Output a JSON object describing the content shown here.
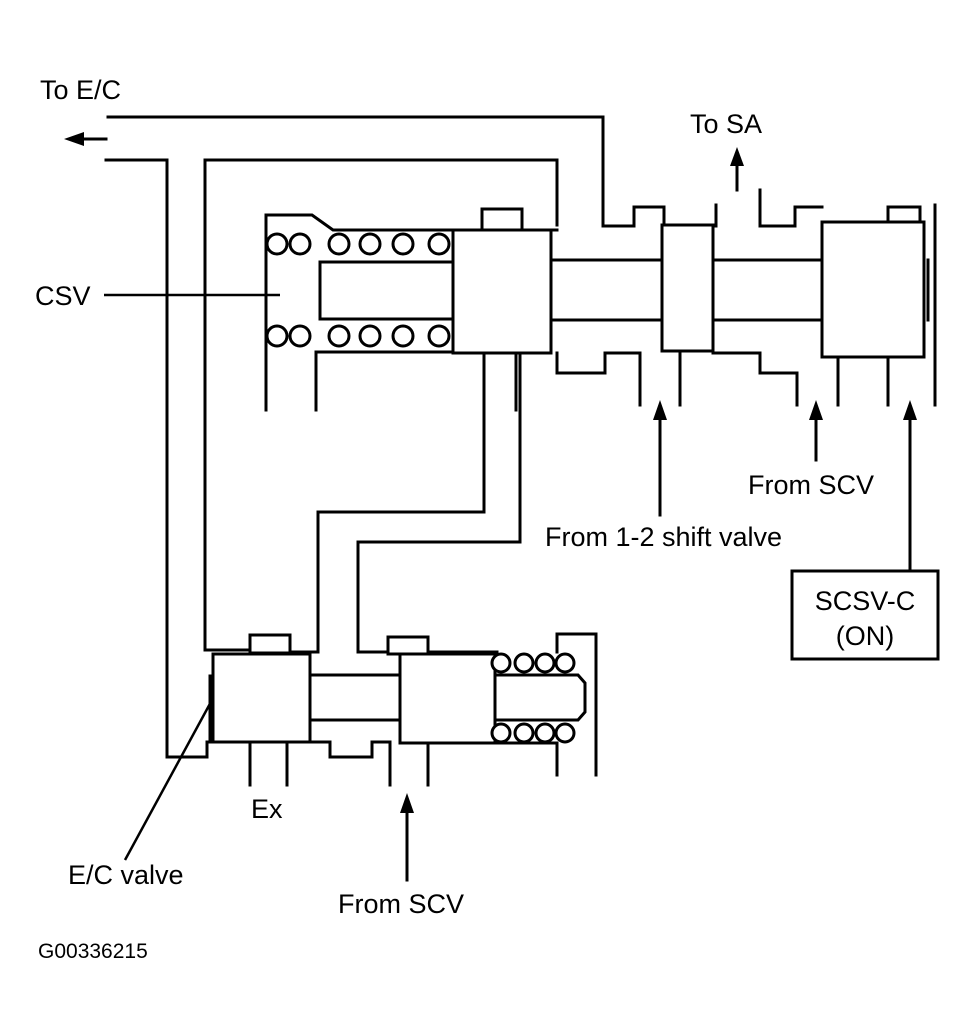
{
  "labels": {
    "to_ec": "To E/C",
    "to_sa": "To SA",
    "csv": "CSV",
    "from_scv_right": "From SCV",
    "from_12_shift": "From 1-2 shift valve",
    "scsvc_line1": "SCSV-C",
    "scsvc_line2": "(ON)",
    "ex": "Ex",
    "ec_valve": "E/C valve",
    "from_scv_bottom": "From SCV",
    "figure_code": "G00336215"
  }
}
